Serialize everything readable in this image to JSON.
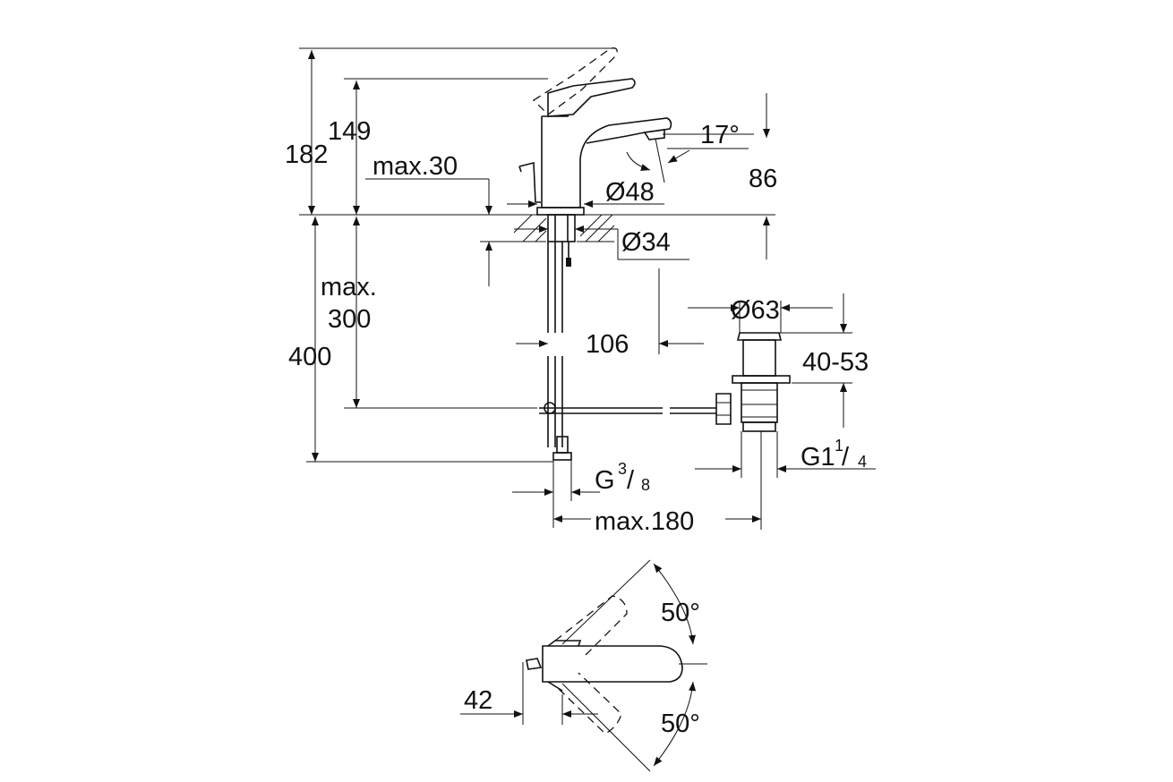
{
  "dimensions": {
    "height_total": "182",
    "height_spout": "149",
    "spout_angle": "17°",
    "spout_projection_height": "86",
    "deck_thickness_max": "max.30",
    "body_diameter": "Ø48",
    "hole_diameter": "Ø34",
    "tail_max_label": "max.",
    "tail_max_value": "300",
    "tail_length": "400",
    "spout_reach": "106",
    "waste_diameter": "Ø63",
    "waste_range": "40-53",
    "waste_thread_main": "G1",
    "waste_thread_num": "1",
    "waste_thread_den": "4",
    "supply_thread_main": "G",
    "supply_thread_num": "3",
    "supply_thread_den": "8",
    "waste_offset_max": "max.180",
    "rotation_upper": "50°",
    "rotation_lower": "50°",
    "handle_offset": "42"
  },
  "colors": {
    "line": "#111111",
    "background": "#ffffff"
  }
}
